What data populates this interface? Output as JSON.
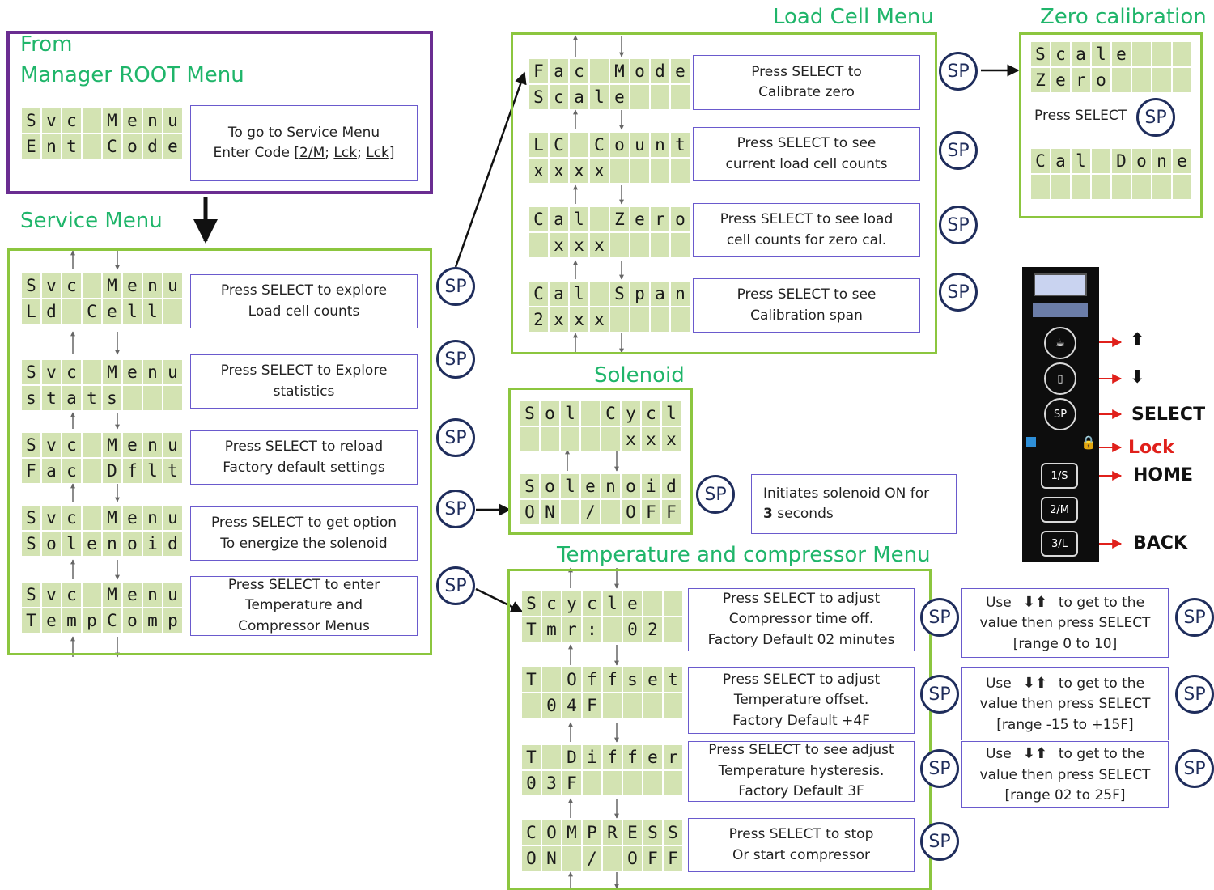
{
  "from_box": {
    "title_line1": "From",
    "title_line2": "Manager ROOT Menu",
    "lcd": [
      "Svc Menu",
      "Ent Code"
    ],
    "desc_line1": "To go to Service Menu",
    "desc_line2_prefix": "Enter Code [",
    "code_parts": [
      "2/M",
      "Lck",
      "Lck"
    ],
    "code_separator": "; ",
    "code_suffix": "]"
  },
  "service_menu": {
    "title": "Service Menu",
    "items": [
      {
        "lcd": [
          "Svc Menu",
          "Ld Cell"
        ],
        "desc": "Press SELECT to explore\nLoad cell counts"
      },
      {
        "lcd": [
          "Svc Menu",
          "stats"
        ],
        "desc": "Press SELECT to Explore\nstatistics"
      },
      {
        "lcd": [
          "Svc Menu",
          "Fac Dflt"
        ],
        "desc": "Press SELECT to reload\nFactory default settings"
      },
      {
        "lcd": [
          "Svc Menu",
          "Solenoid"
        ],
        "desc": "Press SELECT to get option\nTo energize the solenoid"
      },
      {
        "lcd": [
          "Svc Menu",
          "TempComp"
        ],
        "desc": "Press SELECT to enter\nTemperature and\nCompressor Menus"
      }
    ]
  },
  "load_cell_menu": {
    "title": "Load Cell Menu",
    "items": [
      {
        "lcd": [
          "Fac Mode",
          "Scale"
        ],
        "desc": "Press SELECT to\nCalibrate zero"
      },
      {
        "lcd": [
          "LC Count",
          "xxxx"
        ],
        "desc": "Press SELECT to see\ncurrent load cell counts"
      },
      {
        "lcd": [
          "Cal Zero",
          " xxx"
        ],
        "desc": "Press SELECT to see load\ncell counts for zero cal."
      },
      {
        "lcd": [
          "Cal Span",
          "2xxx"
        ],
        "desc": "Press SELECT to see\nCalibration span"
      }
    ]
  },
  "zero_calibration": {
    "title": "Zero calibration",
    "lcd_top": [
      "Scale",
      "Zero"
    ],
    "press_label": "Press SELECT",
    "lcd_bottom": [
      "Cal Done",
      ""
    ]
  },
  "solenoid": {
    "title": "Solenoid",
    "lcd_top": [
      "Sol Cycl",
      "     xxx"
    ],
    "lcd_bottom": [
      "Solenoid",
      "ON / OFF"
    ],
    "desc_prefix": "Initiates solenoid ON for",
    "desc_bold": "3",
    "desc_suffix": " seconds"
  },
  "temp_menu": {
    "title": "Temperature and compressor Menu",
    "items": [
      {
        "lcd": [
          "Scycle",
          "Tmr: 02"
        ],
        "desc": "Press SELECT to adjust\nCompressor time off.\nFactory Default 02 minutes",
        "use_prefix": "Use",
        "use_suffix": "to get to the",
        "use_line2": "value then press SELECT",
        "range": "[range 0 to 10]"
      },
      {
        "lcd": [
          "T Offset",
          " 04F"
        ],
        "desc": "Press SELECT to adjust\nTemperature offset.\nFactory Default +4F",
        "use_prefix": "Use",
        "use_suffix": "to get to the",
        "use_line2": "value then press SELECT",
        "range": "[range -15 to +15F]"
      },
      {
        "lcd": [
          "T Differ",
          "03F"
        ],
        "desc": "Press SELECT to see adjust\nTemperature hysteresis.\nFactory Default 3F",
        "use_prefix": "Use",
        "use_suffix": "to get to the",
        "use_line2": "value then press SELECT",
        "range": "[range 02 to 25F]"
      },
      {
        "lcd": [
          "COMPRESS",
          "ON / OFF"
        ],
        "desc": "Press SELECT to stop\nOr start compressor"
      }
    ]
  },
  "sp_label": "SP",
  "panel": {
    "select_label": "SELECT",
    "lock_label": "Lock",
    "home_label": "HOME",
    "back_label": "BACK",
    "up_arrow": "⬆",
    "down_arrow": "⬇",
    "btn1_label": "1/S",
    "btn2_label": "2/M",
    "btn3_label": "3/L",
    "sp_btn_label": "SP"
  },
  "colors": {
    "title": "#1fb56a",
    "green_border": "#8cc63f",
    "purple_border": "#6a2d91",
    "lcd_cell": "#d3e3b2",
    "sp_circle": "#1f2d5c",
    "lock": "#e0201b",
    "arrow_red": "#e0201b"
  }
}
